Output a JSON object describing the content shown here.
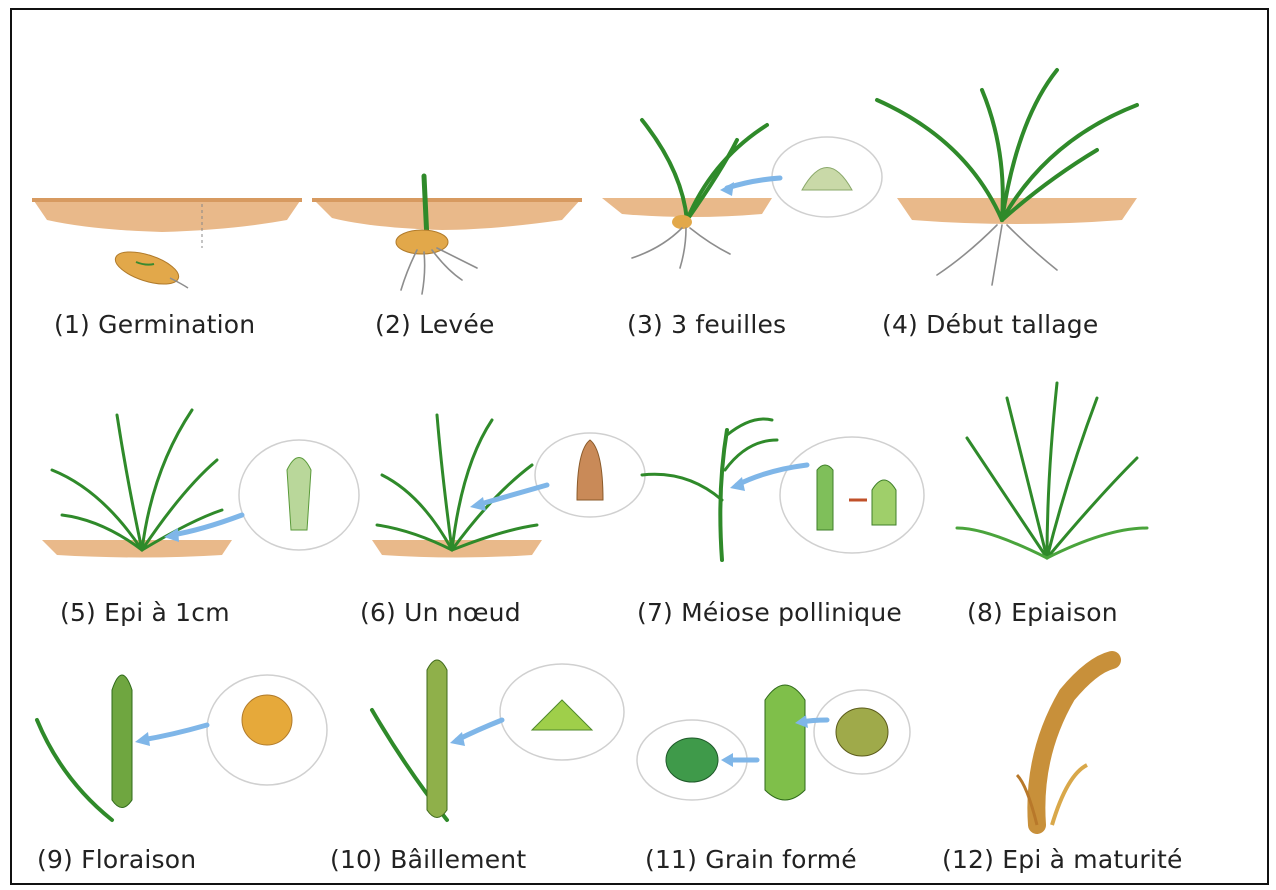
{
  "stages": [
    {
      "label": "(1) Germination",
      "icon": "seed-germination-icon"
    },
    {
      "label": "(2) Levée",
      "icon": "seedling-emergence-icon"
    },
    {
      "label": "(3) 3 feuilles",
      "icon": "three-leaves-icon"
    },
    {
      "label": "(4) Début tallage",
      "icon": "tillering-start-icon"
    },
    {
      "label": "(5) Epi à 1cm",
      "icon": "ear-1cm-icon"
    },
    {
      "label": "(6) Un nœud",
      "icon": "one-node-icon"
    },
    {
      "label": "(7) Méiose pollinique",
      "icon": "pollen-meiosis-icon"
    },
    {
      "label": "(8) Epiaison",
      "icon": "heading-icon"
    },
    {
      "label": "(9) Floraison",
      "icon": "flowering-icon"
    },
    {
      "label": "(10) Bâillement",
      "icon": "gaping-icon"
    },
    {
      "label": "(11) Grain formé",
      "icon": "grain-formed-icon"
    },
    {
      "label": "(12) Epi à maturité",
      "icon": "mature-ear-icon"
    }
  ],
  "colors": {
    "leaf": "#2f8a2a",
    "soil": "#e9b98a",
    "arrow": "#7fb6e8",
    "mature": "#c8903a"
  }
}
